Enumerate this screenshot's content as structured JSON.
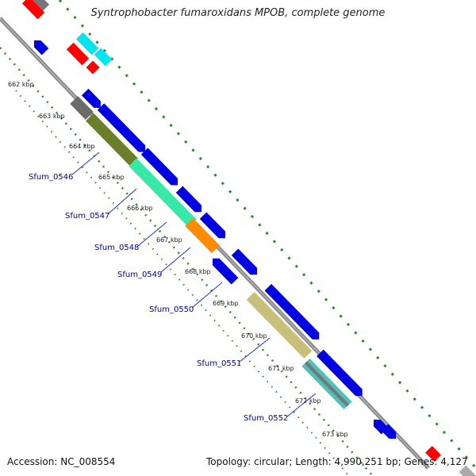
{
  "title": "Syntrophobacter fumaroxidans MPOB, complete genome",
  "footer": {
    "accession": "Accession: NC_008554",
    "summary": "Topology: circular; Length: 4,990,251 bp; Genes: 4,127"
  },
  "kbp_ticks": [
    "662 kbp",
    "663 kbp",
    "664 kbp",
    "665 kbp",
    "666 kbp",
    "667 kbp",
    "668 kbp",
    "669 kbp",
    "670 kbp",
    "671 kbp",
    "672 kbp",
    "673 kbp"
  ],
  "gene_labels": [
    "Sfum_0546",
    "Sfum_0547",
    "Sfum_0548",
    "Sfum_0549",
    "Sfum_0550",
    "Sfum_0551",
    "Sfum_0552"
  ],
  "colors": {
    "backbone": "#808080",
    "cds": "#0000e0",
    "rna": "#ff0000",
    "tick_green": "#1a8a1a",
    "gene_gray": "#6b6b6b",
    "gene_olive": "#6b7f2a",
    "gene_mint": "#38e8a8",
    "gene_orange": "#ff8c00",
    "gene_khaki": "#c8c07a",
    "gene_teal": "#40c8c0",
    "cyan": "#00e5ee"
  }
}
